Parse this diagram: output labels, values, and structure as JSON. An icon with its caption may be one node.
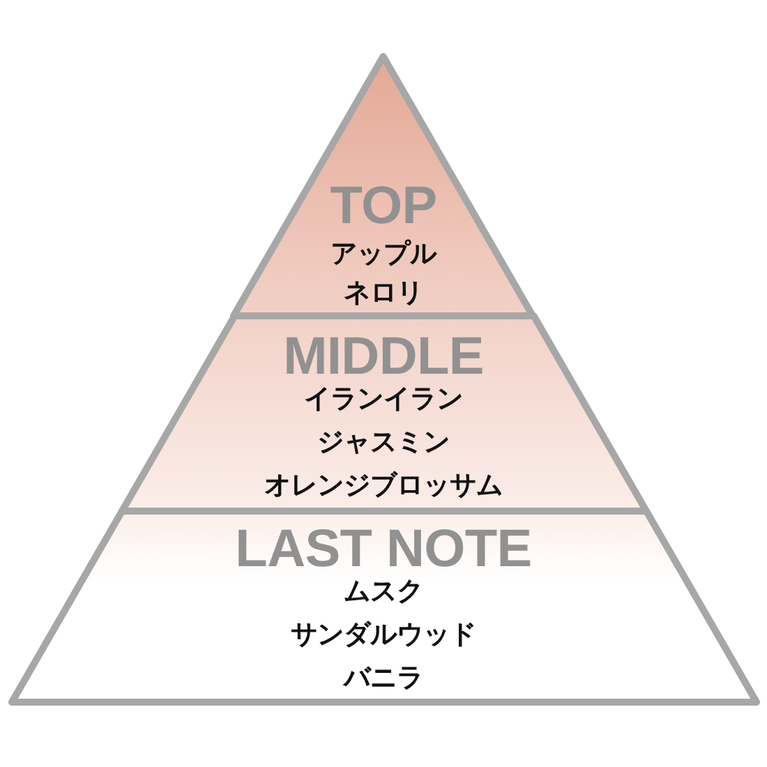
{
  "diagram": {
    "nodes": [
      {
        "text": [
          "TOP",
          "アップル",
          "ネロリ"
        ]
      },
      {
        "text": [
          "MIDDLE",
          "イランイラン",
          "ジャスミン",
          "オレンジブロッサム"
        ]
      },
      {
        "text": [
          "LAST NOTE",
          "ムスク",
          "サンダルウッド",
          "バニラ"
        ]
      }
    ]
  }
}
